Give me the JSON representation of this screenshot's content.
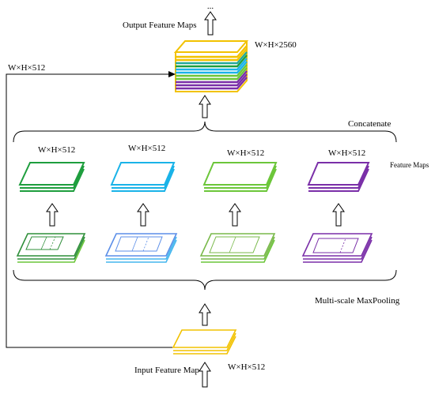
{
  "labels": {
    "top_ellipsis": "...",
    "output_title": "Output Feature Maps",
    "output_size": "W×H×2560",
    "skip_size": "W×H×512",
    "concatenate": "Concatenate",
    "branch_sizes": [
      "W×H×512",
      "W×H×512",
      "W×H×512",
      "W×H×512"
    ],
    "feature_maps": "Feature Maps",
    "pooling": "Multi-scale MaxPooling",
    "input_title": "Input Feature Map",
    "input_size": "W×H×512"
  },
  "colors": {
    "yellow": "#f2c200",
    "dark_green": "#1e9e3e",
    "light_blue": "#1ab3e8",
    "light_green": "#6cc63a",
    "purple": "#7a2fa8",
    "pool_dark_green": "#2f8f3a",
    "pool_blue": "#5b8ee8",
    "pool_blue_alt": "#45b6ee",
    "pool_light_green": "#79b94a",
    "teal": "#22a89a"
  },
  "icons": [
    "up-arrow-icon",
    "curly-brace-icon",
    "layer-stack-icon"
  ]
}
